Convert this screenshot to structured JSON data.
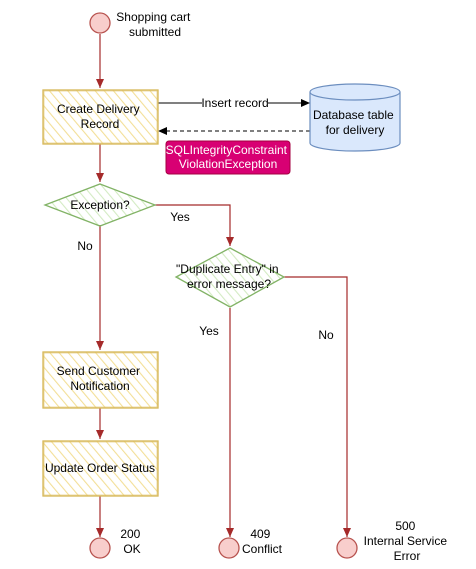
{
  "nodes": {
    "start": {
      "label_line1": "Shopping cart",
      "label_line2": "submitted"
    },
    "create_delivery": {
      "line1": "Create Delivery",
      "line2": "Record"
    },
    "database": {
      "line1": "Database table",
      "line2": "for delivery"
    },
    "exception_badge": {
      "line1": "SQLIntegrityConstraint",
      "line2": "ViolationException"
    },
    "exception_decision": {
      "label": "Exception?"
    },
    "duplicate_decision": {
      "line1": "\"Duplicate Entry\" in",
      "line2": "error message?"
    },
    "send_notification": {
      "line1": "Send Customer",
      "line2": "Notification"
    },
    "update_order": {
      "label": "Update Order Status"
    },
    "end_200": {
      "line1": "200",
      "line2": "OK"
    },
    "end_409": {
      "line1": "409",
      "line2": "Conflict"
    },
    "end_500": {
      "line1": "500",
      "line2": "Internal Service",
      "line3": "Error"
    }
  },
  "edges": {
    "insert_record": "Insert record",
    "yes_exception": "Yes",
    "no_exception": "No",
    "yes_duplicate": "Yes",
    "no_duplicate": "No"
  },
  "colors": {
    "terminal_fill": "#f8cecc",
    "terminal_stroke": "#b85450",
    "flow_line": "#a52a2a",
    "process_stroke": "#d6b656",
    "process_hatch": "#f5e6a8",
    "decision_stroke": "#82b366",
    "decision_hatch": "#cfe8bd",
    "database_fill": "#dae8fc",
    "database_stroke": "#6c8ebf",
    "badge_fill": "#d80073",
    "badge_text": "#ffffff"
  }
}
